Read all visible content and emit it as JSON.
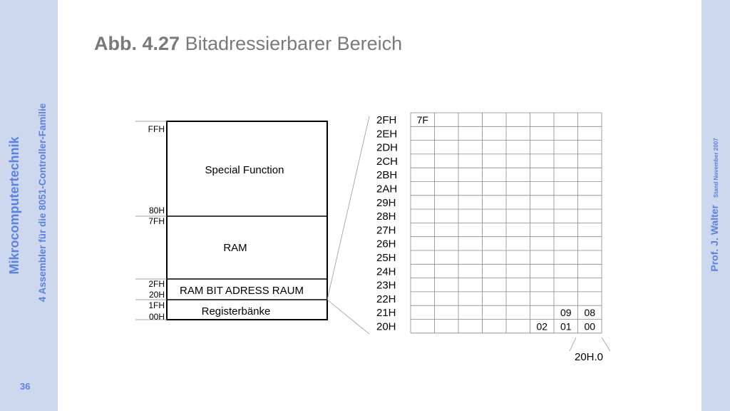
{
  "slide": {
    "course": "Mikrocomputertechnik",
    "chapter": "4 Assembler für die 8051-Controller-Familie",
    "author": "Prof. J. Walter",
    "stand": "Stand  November 2007",
    "page": "36"
  },
  "title": {
    "figure": "Abb. 4.27",
    "text": "Bitadressierbarer Bereich"
  },
  "memory_map": {
    "addresses": {
      "ffh": "FFH",
      "h80": "80H",
      "h7f": "7FH",
      "h2f": "2FH",
      "h20": "20H",
      "h1f": "1FH",
      "h00": "00H"
    },
    "regions": {
      "special_function": "Special Function",
      "ram": "RAM",
      "bit_area": "RAM BIT ADRESS RAUM",
      "register_banks": "Registerbänke"
    }
  },
  "bit_grid": {
    "rows": [
      "2FH",
      "2EH",
      "2DH",
      "2CH",
      "2BH",
      "2AH",
      "29H",
      "28H",
      "27H",
      "26H",
      "25H",
      "24H",
      "23H",
      "22H",
      "21H",
      "20H"
    ],
    "columns": 8,
    "cells": {
      "r2fh_c0": "7F",
      "r21h_c6": "09",
      "r21h_c7": "08",
      "r20h_c5": "02",
      "r20h_c6": "01",
      "r20h_c7": "00"
    },
    "bit_label": "20H.0"
  }
}
